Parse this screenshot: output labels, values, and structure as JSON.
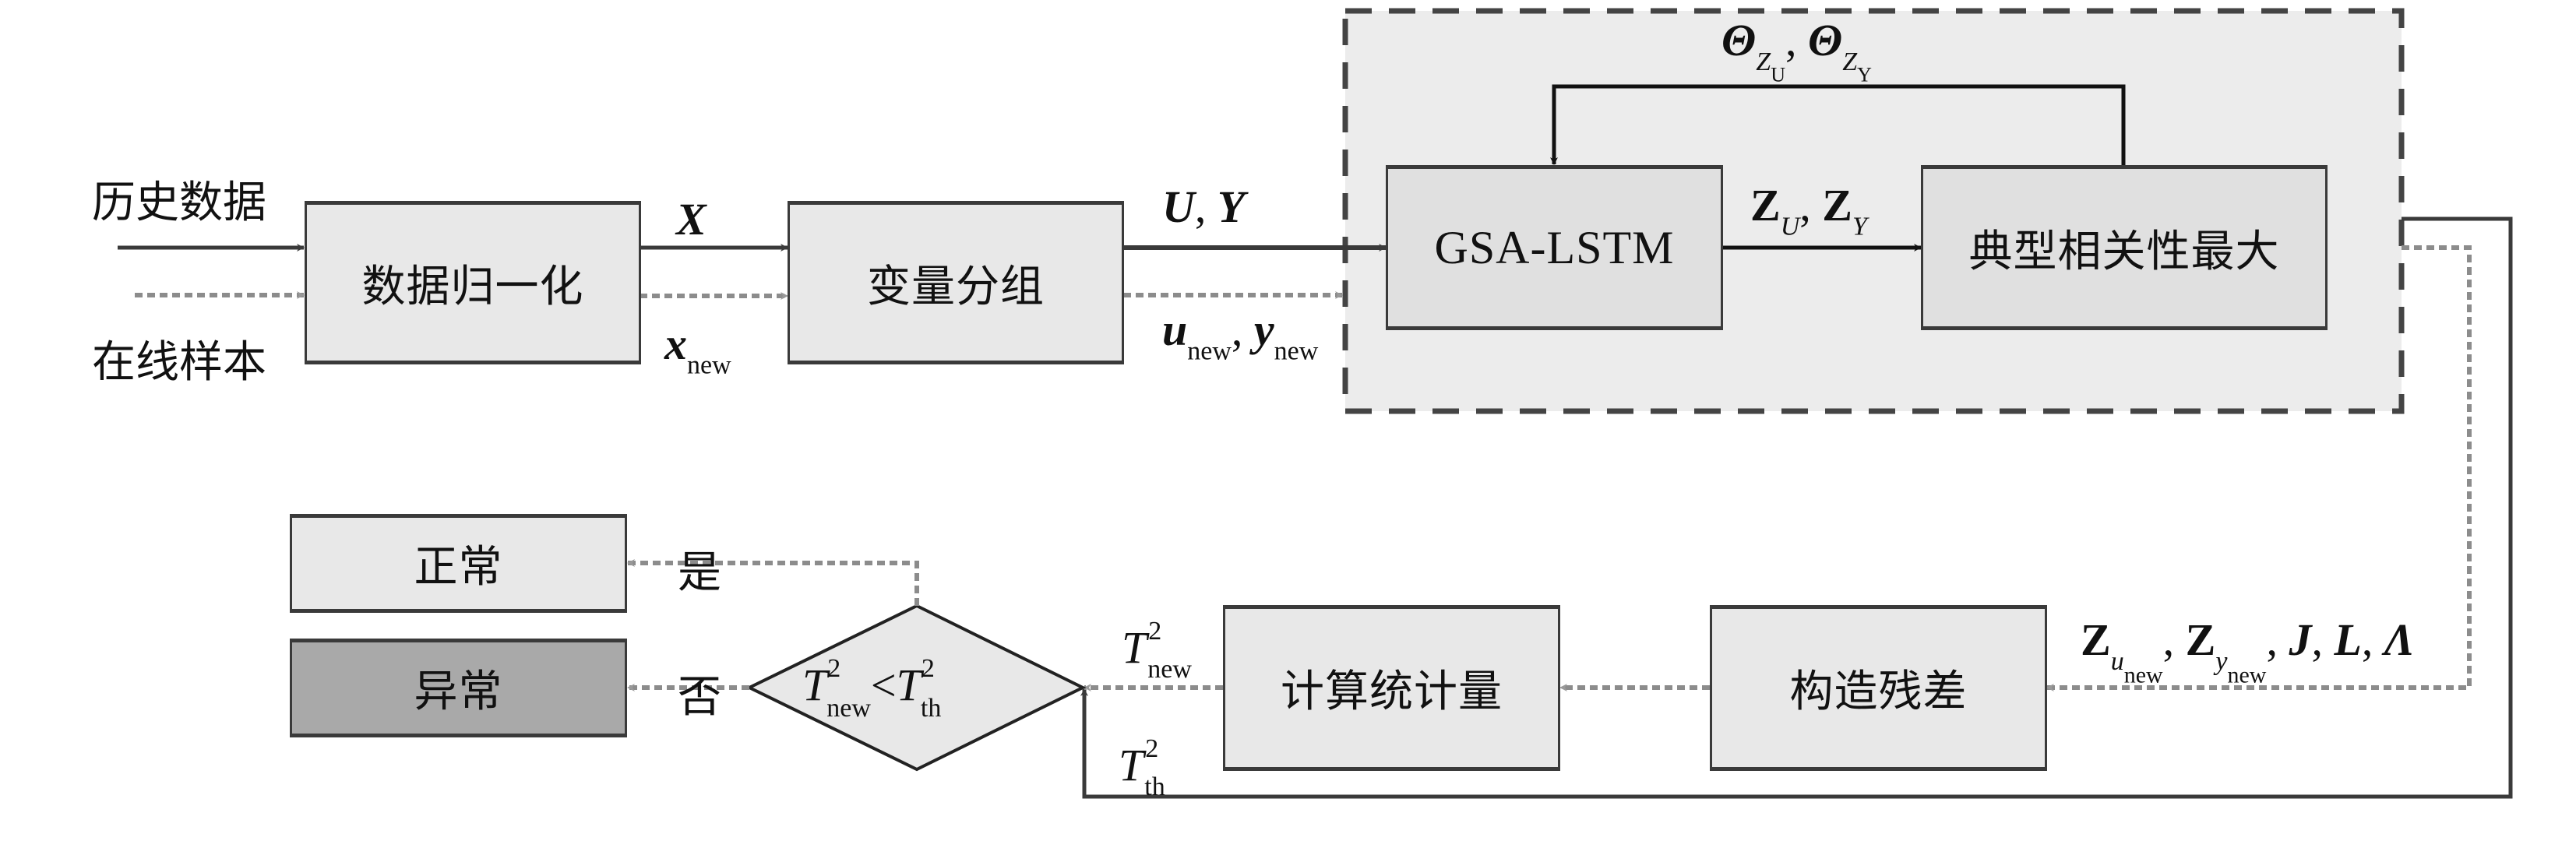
{
  "diagram": {
    "inputs": {
      "historical_label": "历史数据",
      "online_label": "在线样本"
    },
    "nodes": {
      "normalize": "数据归一化",
      "grouping": "变量分组",
      "gsa_lstm": "GSA-LSTM",
      "cca_max": "典型相关性最大",
      "residual": "构造残差",
      "statistic": "计算统计量",
      "normal": "正常",
      "abnormal": "异常"
    },
    "decision": {
      "lhs": "T",
      "lhs_sup": "2",
      "lhs_sub": "new",
      "op": "<",
      "rhs": "T",
      "rhs_sup": "2",
      "rhs_sub": "th"
    },
    "edge_labels": {
      "X": "X",
      "x_new": "x",
      "x_new_sub": "new",
      "UY_U": "U",
      "UY_sep": ", ",
      "UY_Y": "Y",
      "u_new": "u",
      "u_new_sub": "new",
      "y_new": "y",
      "y_new_sub": "new",
      "theta": "Θ",
      "theta_sub_1_main": "Z",
      "theta_sub_1_sub": "U",
      "theta_sub_2_main": "Z",
      "theta_sub_2_sub": "Y",
      "Z": "Z",
      "Z_U_sub": "U",
      "Z_Y_sub": "Y",
      "Zu_new_sub_var": "u",
      "Zy_new_sub_var": "y",
      "new": "new",
      "J": "J",
      "L": "L",
      "Lambda": "Λ",
      "comma": ",",
      "T": "T",
      "sq": "2",
      "th": "th",
      "yes": "是",
      "no": "否"
    },
    "colors": {
      "solid_line": "#3a3a3a",
      "dotted_line": "#8c8c8c",
      "box_fill": "#e8e8e8",
      "inner_box_fill": "#e0e0e0",
      "container_fill": "#ececec",
      "abnormal_fill": "#a9a9a9"
    }
  }
}
